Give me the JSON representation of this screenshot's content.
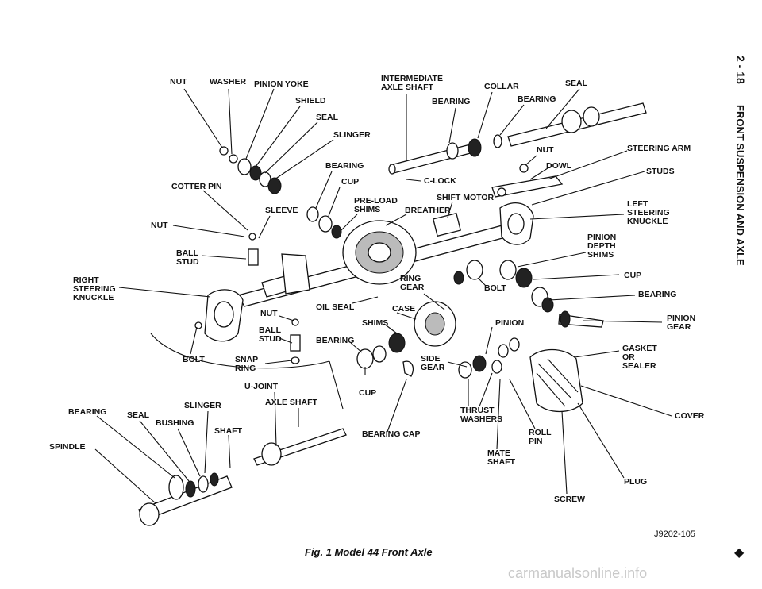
{
  "header": {
    "page_number": "2 - 18",
    "section_title": "FRONT SUSPENSION AND AXLE"
  },
  "caption": "Fig. 1 Model 44 Front Axle",
  "figure_code": "J9202-105",
  "watermark": "carmanualsonline.info",
  "labels": {
    "nut_top": "NUT",
    "washer": "WASHER",
    "pinion_yoke": "PINION YOKE",
    "shield": "SHIELD",
    "seal_top": "SEAL",
    "slinger_top": "SLINGER",
    "bearing_mid": "BEARING",
    "cup_top": "CUP",
    "cotter_pin": "COTTER PIN",
    "sleeve": "SLEEVE",
    "nut_left": "NUT",
    "ball_stud_left": "BALL\nSTUD",
    "right_steering_knuckle": "RIGHT\nSTEERING\nKNUCKLE",
    "intermediate_axle_shaft": "INTERMEDIATE\nAXLE SHAFT",
    "bearing_center": "BEARING",
    "collar": "COLLAR",
    "seal_right": "SEAL",
    "bearing_right": "BEARING",
    "c_lock": "C-LOCK",
    "pre_load_shims": "PRE-LOAD\nSHIMS",
    "breather": "BREATHER",
    "shift_motor": "SHIFT MOTOR",
    "nut_right": "NUT",
    "dowl": "DOWL",
    "steering_arm": "STEERING ARM",
    "studs": "STUDS",
    "left_steering_knuckle": "LEFT\nSTEERING\nKNUCKLE",
    "pinion_depth_shims": "PINION\nDEPTH\nSHIMS",
    "cup_right": "CUP",
    "bearing_far_right": "BEARING",
    "pinion_gear": "PINION\nGEAR",
    "ring_gear": "RING\nGEAR",
    "bolt_center": "BOLT",
    "oil_seal": "OIL SEAL",
    "case": "CASE",
    "pinion": "PINION",
    "shims": "SHIMS",
    "bearing_case": "BEARING",
    "nut_knuckle": "NUT",
    "ball_stud_knuckle": "BALL\nSTUD",
    "bolt_knuckle": "BOLT",
    "snap_ring": "SNAP\nRING",
    "side_gear": "SIDE\nGEAR",
    "gasket_or_sealer": "GASKET\nOR\nSEALER",
    "cup_bottom": "CUP",
    "u_joint": "U-JOINT",
    "slinger_bottom": "SLINGER",
    "axle_shaft": "AXLE SHAFT",
    "bearing_left": "BEARING",
    "seal_left": "SEAL",
    "bushing": "BUSHING",
    "shaft": "SHAFT",
    "spindle": "SPINDLE",
    "bearing_cap": "BEARING CAP",
    "thrust_washers": "THRUST\nWASHERS",
    "roll_pin": "ROLL\nPIN",
    "mate_shaft": "MATE\nSHAFT",
    "cover": "COVER",
    "plug": "PLUG",
    "screw": "SCREW"
  }
}
